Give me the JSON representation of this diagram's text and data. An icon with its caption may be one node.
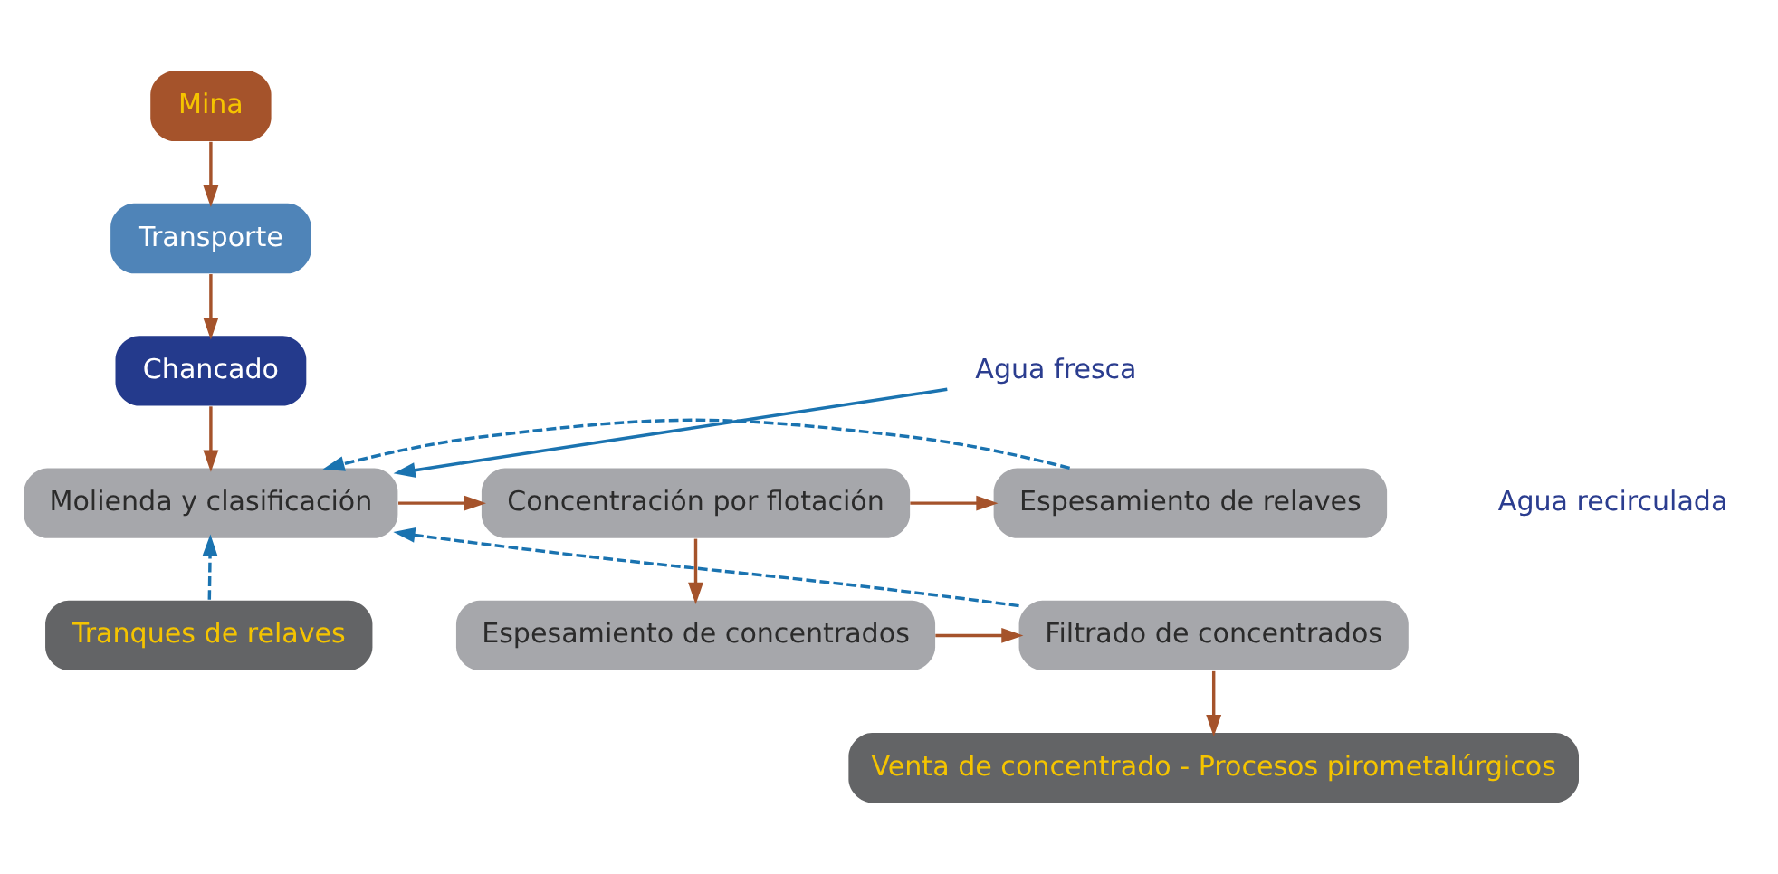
{
  "diagram": {
    "nodes": [
      {
        "text": [
          "Mina"
        ]
      },
      {
        "text": [
          "Transporte"
        ]
      },
      {
        "text": [
          "Chancado"
        ]
      },
      {
        "text": [
          "Agua fresca"
        ]
      },
      {
        "text": [
          "Molienda y clasificación"
        ]
      },
      {
        "text": [
          "Concentración por flotación"
        ]
      },
      {
        "text": [
          "Espesamiento de relaves"
        ]
      },
      {
        "text": [
          "Filtrado de concentrados"
        ]
      },
      {
        "text": [
          "Espesamiento de concentrados"
        ]
      },
      {
        "text": [
          "Tranques de relaves"
        ]
      },
      {
        "text": [
          "Venta de concentrado - Procesos pirometalúrgicos"
        ]
      }
    ],
    "edges": [
      {
        "from": 0,
        "to": 1,
        "arrow": "to"
      },
      {
        "from": 1,
        "to": 2,
        "arrow": "to"
      },
      {
        "from": 2,
        "to": 4,
        "arrow": "to"
      },
      {
        "from": 3,
        "to": 4,
        "arrow": "to",
        "color": "#1a73b0"
      },
      {
        "from": 4,
        "to": 5,
        "arrow": "to"
      },
      {
        "from": 5,
        "to": 6,
        "arrow": "to"
      },
      {
        "from": 5,
        "to": 8,
        "arrow": "to"
      },
      {
        "from": 8,
        "to": 7,
        "arrow": "to"
      },
      {
        "from": 7,
        "to": 10,
        "arrow": "to"
      },
      {
        "from": 6,
        "to": 4,
        "arrow": "to",
        "style": "dashed",
        "color": "#1a73b0"
      },
      {
        "from": 9,
        "to": 4,
        "arrow": "to",
        "style": "dashed",
        "color": "#1a73b0"
      },
      {
        "from": 7,
        "to": 4,
        "arrow": "to",
        "style": "dashed",
        "color": "#1a73b0"
      }
    ],
    "labels": [
      "Agua recirculada"
    ]
  }
}
